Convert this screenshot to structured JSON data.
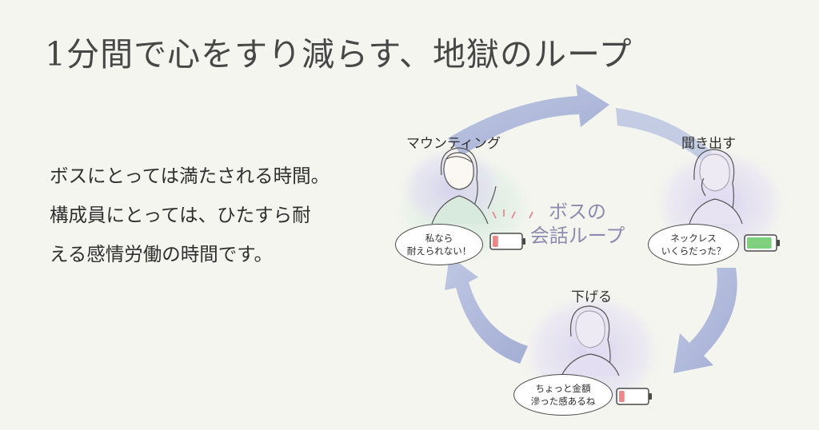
{
  "title": "1分間で心をすり減らす、地獄のループ",
  "body_lines": [
    "ボスにとっては満たされる時間。",
    "構成員にとっては、ひたすら耐",
    "える感情労働の時間です。"
  ],
  "loop": {
    "center_label_line1": "ボスの",
    "center_label_line2": "会話ループ",
    "stages": {
      "mounting": {
        "label": "マウンティング",
        "speech_line1": "私なら",
        "speech_line2": "耐えられない！",
        "battery_level": 0.2,
        "battery_color": "#e98a8a"
      },
      "kikidasu": {
        "label": "聞き出す",
        "speech_line1": "ネックレス",
        "speech_line2": "いくらだった？",
        "battery_level": 0.9,
        "battery_color": "#7ecf7e"
      },
      "sageru": {
        "label": "下げる",
        "speech_line1": "ちょっと金額",
        "speech_line2": "滲った感あるね",
        "battery_level": 0.2,
        "battery_color": "#e98a8a"
      }
    }
  },
  "colors": {
    "background": "#f5f5ef",
    "arrow": "#a9b3d6",
    "watercolor_purple": "#d9d3ee",
    "watercolor_green": "#cfe5d8"
  }
}
